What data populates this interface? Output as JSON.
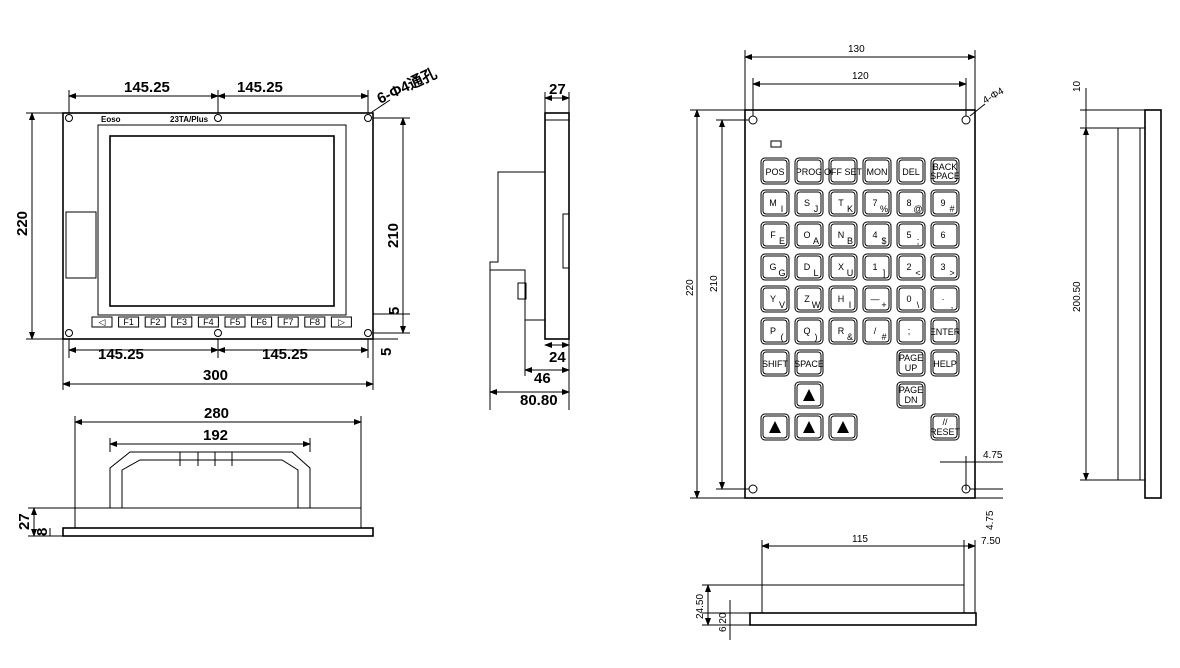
{
  "lcd_panel": {
    "brand": "Eoso",
    "model": "23TA/Plus",
    "hole_note": "6-Φ4通孔",
    "dims": {
      "top_left": "145.25",
      "top_right": "145.25",
      "bottom_left": "145.25",
      "bottom_right": "145.25",
      "width": "300",
      "height": "220",
      "inner_height": "210",
      "margin_top": "5",
      "margin_bottom": "5"
    },
    "softkeys": [
      "◁",
      "F1",
      "F2",
      "F3",
      "F4",
      "F5",
      "F6",
      "F7",
      "F8",
      "▷"
    ]
  },
  "lcd_side": {
    "dims": {
      "depth_top": "27",
      "d1": "24",
      "d2": "46",
      "d3": "80.80"
    }
  },
  "lcd_bottom": {
    "dims": {
      "w_outer": "280",
      "w_inner": "192",
      "h_total": "27",
      "h_small": "8"
    }
  },
  "keypad": {
    "hole_note": "4-Φ4",
    "dims": {
      "w_outer": "130",
      "w_inner": "120",
      "h_outer": "220",
      "h_inner": "210",
      "edge_x": "4.75",
      "edge_y": "4.75"
    },
    "rows": [
      [
        {
          "m": "POS"
        },
        {
          "m": "PROG"
        },
        {
          "m": "OFF SET"
        },
        {
          "m": "MON"
        },
        {
          "m": "DEL"
        },
        {
          "m": "BACK",
          "s2": "SPACE"
        }
      ],
      [
        {
          "m": "M",
          "s": "I"
        },
        {
          "m": "S",
          "s": "J"
        },
        {
          "m": "T",
          "s": "K"
        },
        {
          "m": "7",
          "s": "%"
        },
        {
          "m": "8",
          "s": "@"
        },
        {
          "m": "9",
          "s": "#"
        }
      ],
      [
        {
          "m": "F",
          "s": "E"
        },
        {
          "m": "O",
          "s": "A"
        },
        {
          "m": "N",
          "s": "B"
        },
        {
          "m": "4",
          "s": "$"
        },
        {
          "m": "5",
          "s": ";"
        },
        {
          "m": "6",
          "s": "_"
        }
      ],
      [
        {
          "m": "G",
          "s": "G"
        },
        {
          "m": "D",
          "s": "L"
        },
        {
          "m": "X",
          "s": "U"
        },
        {
          "m": "1",
          "s": "]"
        },
        {
          "m": "2",
          "s": "<"
        },
        {
          "m": "3",
          "s": ">"
        }
      ],
      [
        {
          "m": "Y",
          "s": "V"
        },
        {
          "m": "Z",
          "s": "W"
        },
        {
          "m": "H",
          "s": "I"
        },
        {
          "m": "—",
          "s": "+"
        },
        {
          "m": "0",
          "s": "\\"
        },
        {
          "m": "·",
          "s": ","
        }
      ],
      [
        {
          "m": "P",
          "s": "("
        },
        {
          "m": "Q",
          "s": ")"
        },
        {
          "m": "R",
          "s": "&"
        },
        {
          "m": "/",
          "s": "#"
        },
        {
          "m": ";",
          "s": "_"
        },
        {
          "m": "ENTER"
        }
      ]
    ],
    "shift": "SHIFT",
    "space": "SPACE",
    "page_up": [
      "PAGE",
      "UP"
    ],
    "help": "HELP",
    "page_dn": [
      "PAGE",
      "DN"
    ],
    "reset": [
      "//",
      "RESET"
    ]
  },
  "keypad_side": {
    "dims": {
      "top": "10",
      "height": "200.50"
    }
  },
  "keypad_bottom": {
    "dims": {
      "width": "115",
      "edge": "7.50",
      "h_total": "24.50",
      "h_small": "6.20"
    }
  }
}
